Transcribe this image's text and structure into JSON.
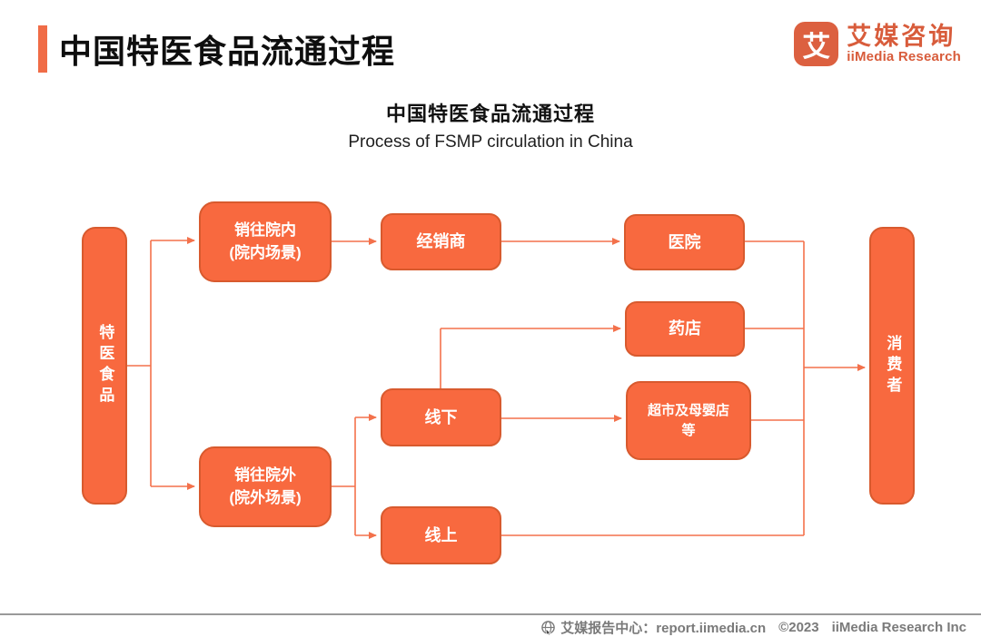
{
  "header": {
    "title": "中国特医食品流通过程"
  },
  "logo": {
    "icon_char": "艾",
    "name_cn": "艾媒咨询",
    "name_en": "iiMedia Research"
  },
  "chart": {
    "title_cn": "中国特医食品流通过程",
    "title_en": "Process of FSMP circulation in China"
  },
  "diagram": {
    "nodes": {
      "source": {
        "label": "特医食品"
      },
      "to_hospital": {
        "label": "销往院内\n(院内场景)"
      },
      "distributor": {
        "label": "经销商"
      },
      "hospital": {
        "label": "医院"
      },
      "pharmacy": {
        "label": "药店"
      },
      "offline": {
        "label": "线下"
      },
      "supermarket": {
        "label": "超市及母婴店\n等"
      },
      "to_outside": {
        "label": "销往院外\n(院外场景)"
      },
      "online": {
        "label": "线上"
      },
      "consumer": {
        "label": "消费者"
      }
    },
    "edges": [
      "特医食品 → 销往院内(院内场景)",
      "特医食品 → 销往院外(院外场景)",
      "销往院内(院内场景) → 经销商",
      "经销商 → 医院",
      "医院 → 消费者",
      "销往院外(院外场景) → 线下",
      "销往院外(院外场景) → 线上",
      "线下 → 药店",
      "线下 → 超市及母婴店等",
      "药店 → 消费者",
      "超市及母婴店等 → 消费者",
      "线上 → 消费者"
    ]
  },
  "footer": {
    "report_center": "艾媒报告中心：report.iimedia.cn",
    "copyright": "©2023",
    "company": "iiMedia Research Inc"
  },
  "colors": {
    "node_fill": "#F8693F",
    "node_border": "#D85A2E",
    "connector": "#F3714B",
    "accent_bar": "#F06C47",
    "logo_orange": "#D85C3B",
    "footer_gray": "#7A7A7A"
  }
}
